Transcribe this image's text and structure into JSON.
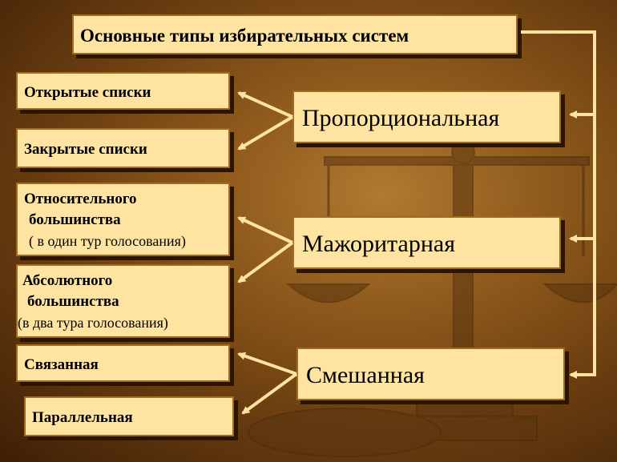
{
  "title": "Основные типы избирательных систем",
  "main_types": [
    {
      "label": "Пропорциональная"
    },
    {
      "label": "Мажоритарная"
    },
    {
      "label": "Смешанная"
    }
  ],
  "subtypes": {
    "open_lists": "Открытые списки",
    "closed_lists": "Закрытые списки",
    "relative_majority": [
      "Относительного",
      "большинства",
      "( в один тур голосования)"
    ],
    "absolute_majority": [
      "Абсолютного",
      "большинства",
      "(в два тура голосования)"
    ],
    "linked": "Связанная",
    "parallel": "Параллельная"
  },
  "colors": {
    "box_fill": "#ffe3a0",
    "arrow": "#ffe3a0",
    "background": "#8f5a1c"
  }
}
